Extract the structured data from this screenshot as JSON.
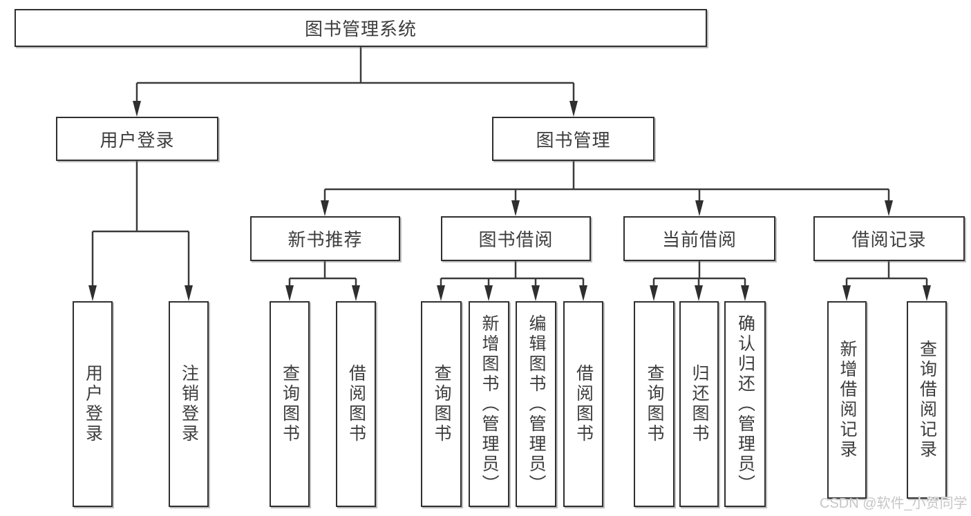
{
  "diagram_title": "图书管理系统",
  "nodes": {
    "root": {
      "label": "图书管理系统"
    },
    "user_login": {
      "label": "用户登录"
    },
    "book_mgmt": {
      "label": "图书管理"
    },
    "new_book_rec": {
      "label": "新书推荐"
    },
    "book_borrow": {
      "label": "图书借阅"
    },
    "current_borrow": {
      "label": "当前借阅"
    },
    "borrow_record": {
      "label": "借阅记录"
    },
    "leaves": {
      "user_login_leaf": {
        "label": "用户登录"
      },
      "logout": {
        "label": "注销登录"
      },
      "nbr_query_book": {
        "label": "查询图书"
      },
      "nbr_borrow_book": {
        "label": "借阅图书"
      },
      "bb_query_book": {
        "label": "查询图书"
      },
      "bb_add_book": {
        "label": "新增图书（管理员）"
      },
      "bb_edit_book": {
        "label": "编辑图书（管理员）"
      },
      "bb_borrow_book": {
        "label": "借阅图书"
      },
      "cb_query_book": {
        "label": "查询图书"
      },
      "cb_return_book": {
        "label": "归还图书"
      },
      "cb_confirm_return": {
        "label": "确认归还（管理员）"
      },
      "br_add_record": {
        "label": "新增借阅记录"
      },
      "br_query_record": {
        "label": "查询借阅记录"
      }
    }
  },
  "watermark": {
    "text": "CSDN @软件_小贺同学",
    "color": "#c6c6c6"
  },
  "colors": {
    "background": "#ffffff",
    "box_fill": "#ffffff",
    "box_border": "#2f2f2f",
    "line": "#3a3a3a",
    "text": "#3d3d3d"
  }
}
